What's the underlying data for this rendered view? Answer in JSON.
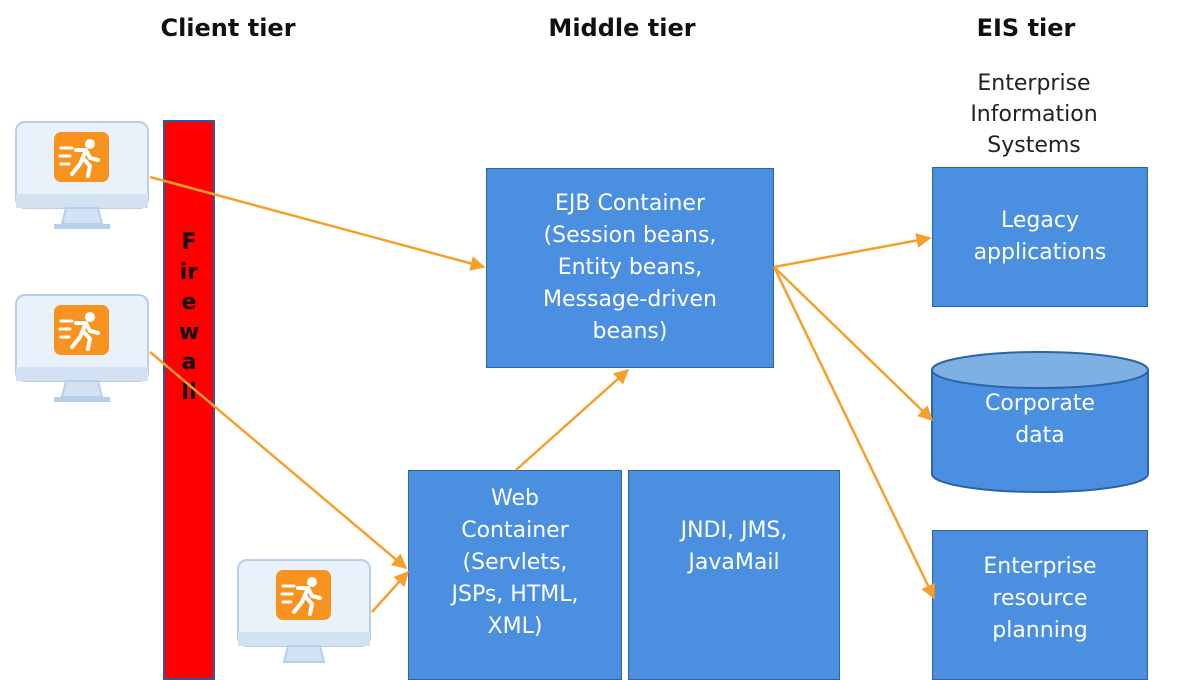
{
  "headers": {
    "client": "Client tier",
    "middle": "Middle tier",
    "eis": "EIS tier",
    "eis_subtitle": "Enterprise Information\nSystems"
  },
  "firewall": {
    "label": "Firewall"
  },
  "boxes": {
    "ejb": "EJB Container\n(Session beans,\nEntity beans,\nMessage-driven\nbeans)",
    "web": "Web\nContainer\n(Servlets,\nJSPs, HTML,\nXML)",
    "jndi": "JNDI, JMS,\nJavaMail",
    "legacy": "Legacy\napplications",
    "corporate": "Corporate\ndata",
    "erp": "Enterprise\nresource\nplanning"
  },
  "icons": {
    "client": "running-person-icon"
  },
  "colors": {
    "box_fill": "#4a8fe0",
    "box_border": "#2c64a6",
    "arrow": "#f5a02a",
    "firewall": "#ff0000",
    "icon_orange": "#f7931e"
  }
}
